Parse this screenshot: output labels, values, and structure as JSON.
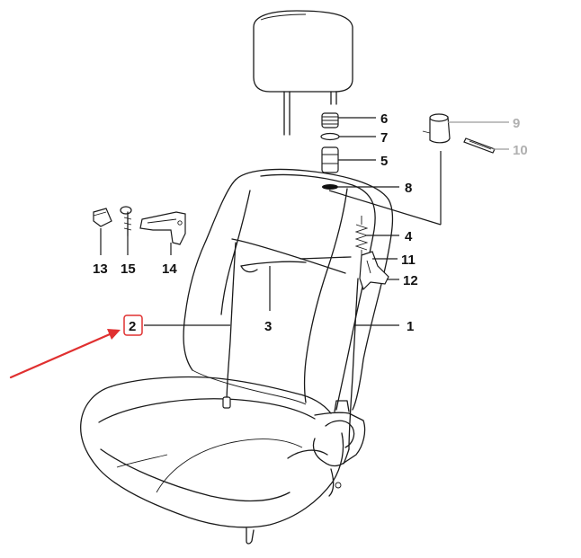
{
  "colors": {
    "line": "#1a1a1a",
    "greyed_label": "#b0b0b0",
    "highlight_box": "#e03030",
    "arrow": "#e03030"
  },
  "callouts": {
    "c1": "1",
    "c2": "2",
    "c3": "3",
    "c4": "4",
    "c5": "5",
    "c6": "6",
    "c7": "7",
    "c8": "8",
    "c9": "9",
    "c10": "10",
    "c11": "11",
    "c12": "12",
    "c13": "13",
    "c14": "14",
    "c15": "15"
  },
  "highlighted_callout": "2"
}
